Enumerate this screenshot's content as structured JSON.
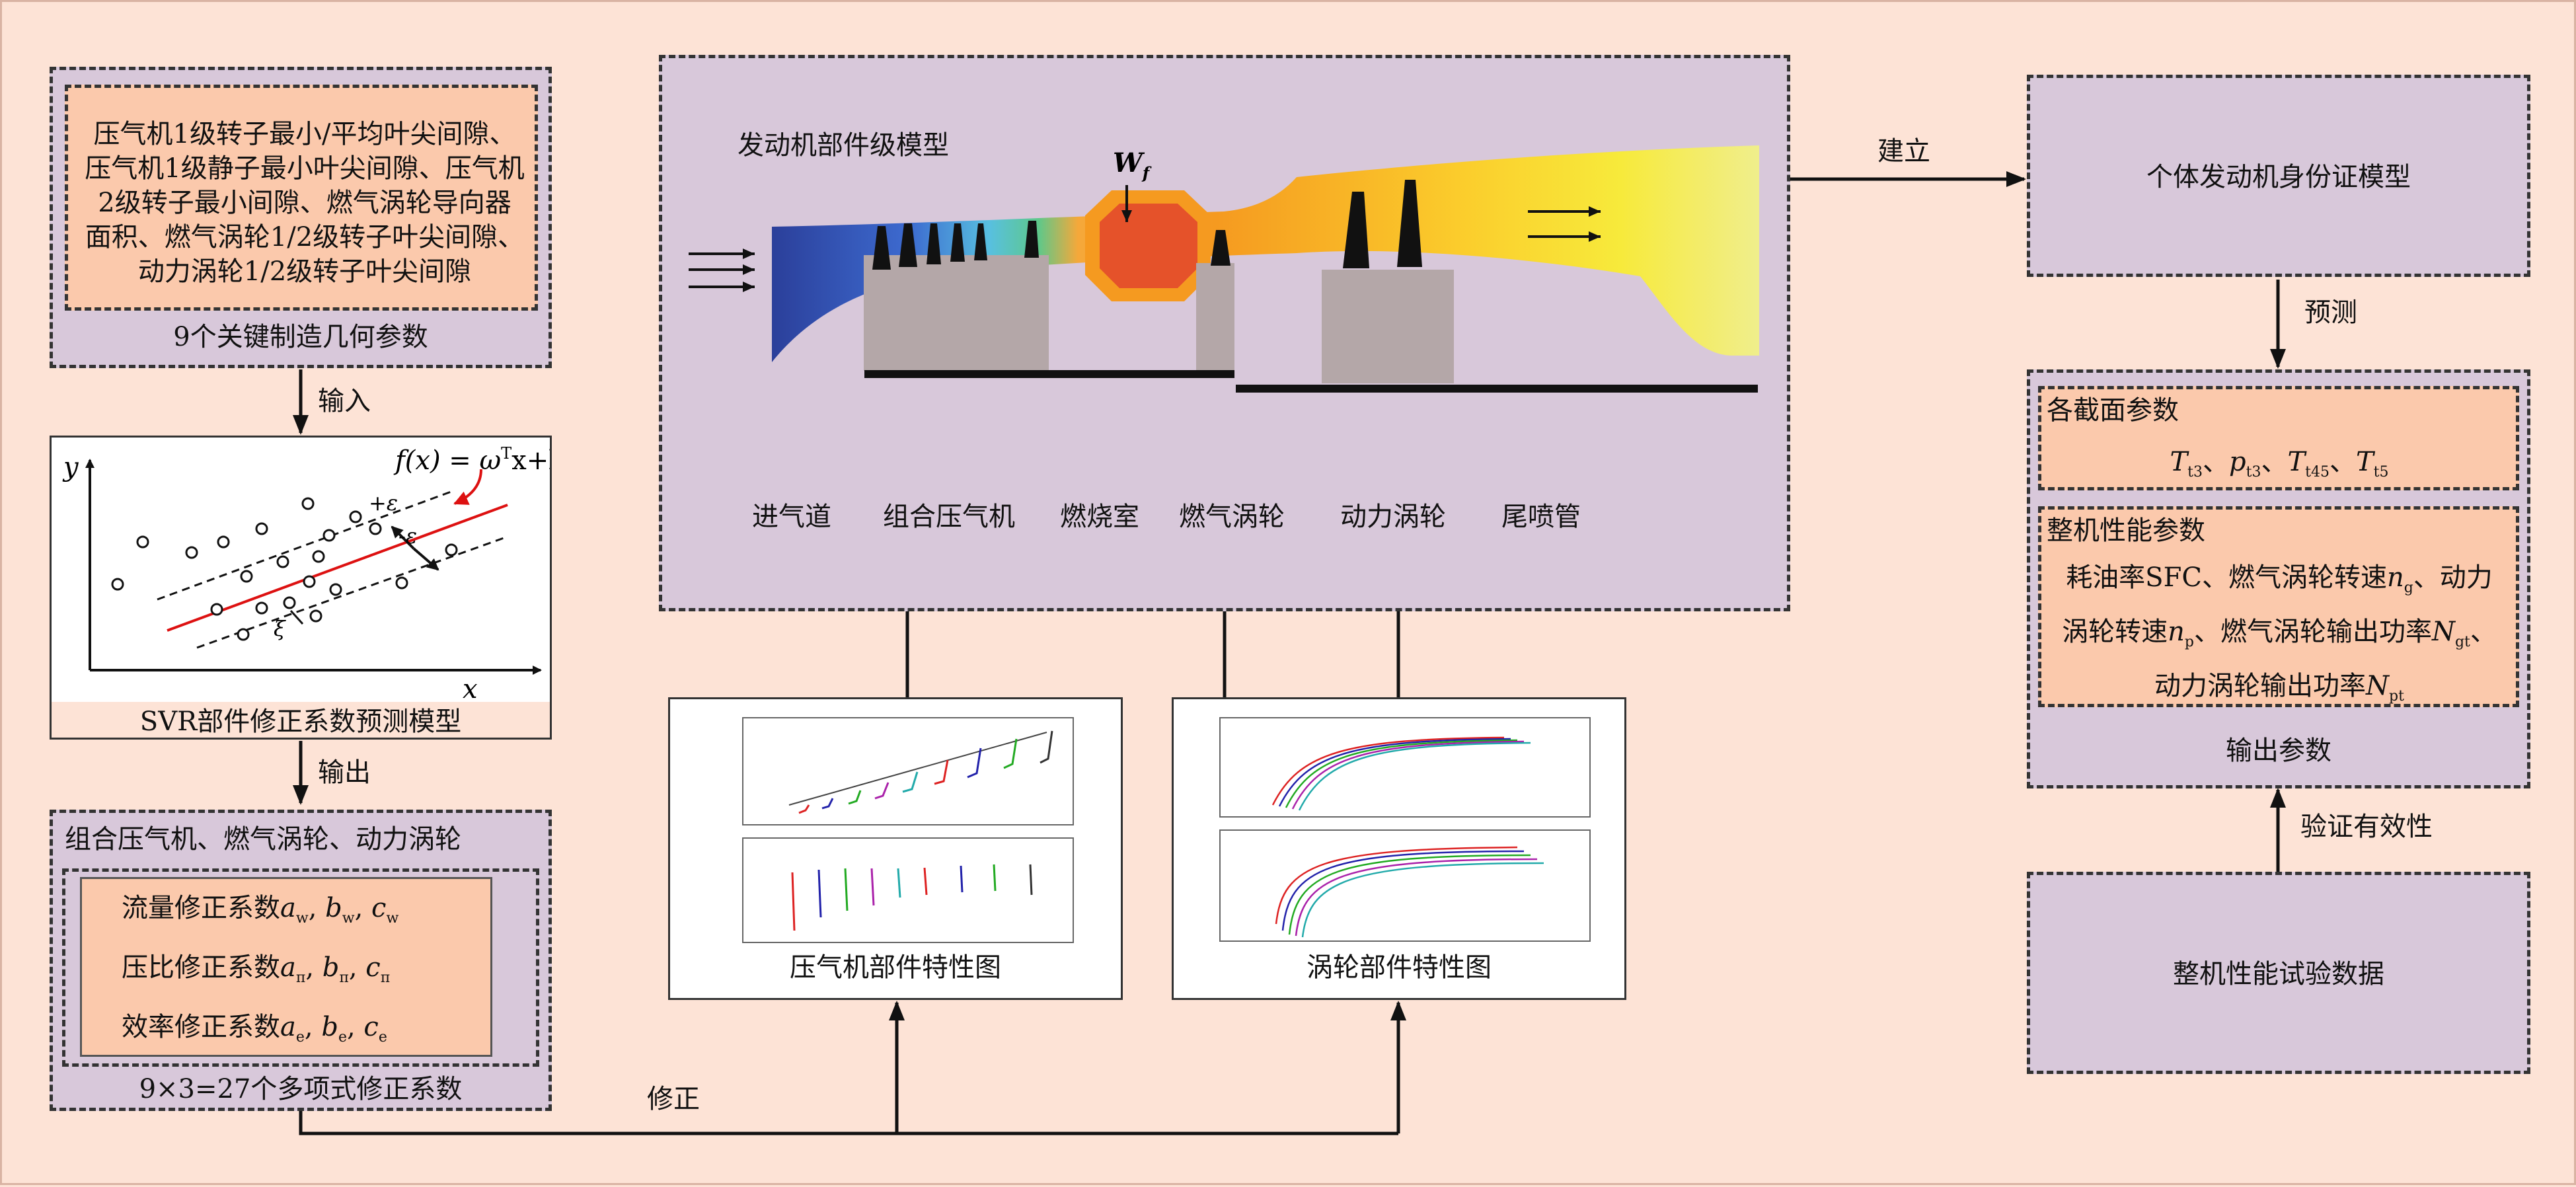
{
  "left": {
    "geom_params_text": [
      "压气机1级转子最小/平均叶尖间隙、",
      "压气机1级静子最小叶尖间隙、压气机",
      "2级转子最小间隙、燃气涡轮导向器",
      "面积、燃气涡轮1/2级转子叶尖间隙、",
      "动力涡轮1/2级转子叶尖间隙"
    ],
    "geom_caption": "9个关键制造几何参数",
    "arrow1_label": "输入",
    "svr_caption": "SVR部件修正系数预测模型",
    "svr_formula": "f(x) = ω",
    "svr_formula_sup": "T",
    "svr_formula_rest": "x+b",
    "svr_y": "y",
    "svr_x": "x",
    "svr_eps_plus": "+ε",
    "svr_eps_minus": "-ε",
    "svr_xi": "ξ",
    "arrow2_label": "输出",
    "coef_title": "组合压气机、燃气涡轮、动力涡轮",
    "coef_rows": [
      {
        "label": "流量修正系数",
        "a": "a",
        "as": "w",
        "b": "b",
        "bs": "w",
        "c": "c",
        "cs": "w"
      },
      {
        "label": "压比修正系数",
        "a": "a",
        "as": "π",
        "b": "b",
        "bs": "π",
        "c": "c",
        "cs": "π"
      },
      {
        "label": "效率修正系数",
        "a": "a",
        "as": "e",
        "b": "b",
        "bs": "e",
        "c": "c",
        "cs": "e"
      }
    ],
    "coef_caption": "9×3=27个多项式修正系数"
  },
  "middle": {
    "engine_title": "发动机部件级模型",
    "fuel_label": "W",
    "fuel_sub": "f",
    "components": [
      "进气道",
      "组合压气机",
      "燃烧室",
      "燃气涡轮",
      "动力涡轮",
      "尾喷管"
    ],
    "compressor_map_caption": "压气机部件特性图",
    "turbine_map_caption": "涡轮部件特性图",
    "correction_label": "修正"
  },
  "right": {
    "build_label": "建立",
    "id_model": "个体发动机身份证模型",
    "predict_label": "预测",
    "section_title": "各截面参数",
    "section_params": [
      {
        "v": "T",
        "s": "t3"
      },
      {
        "v": "p",
        "s": "t3"
      },
      {
        "v": "T",
        "s": "t45"
      },
      {
        "v": "T",
        "s": "t5"
      }
    ],
    "perf_title": "整机性能参数",
    "perf_line1_a": "耗油率SFC、燃气涡轮转速",
    "perf_line1_v": "n",
    "perf_line1_s": "g",
    "perf_line1_b": "、动力",
    "perf_line2_a": "涡轮转速",
    "perf_line2_v": "n",
    "perf_line2_s": "p",
    "perf_line2_b": "、燃气涡轮输出功率",
    "perf_line2_v2": "N",
    "perf_line2_s2": "gt",
    "perf_line2_c": "、",
    "perf_line3_a": "动力涡轮输出功率",
    "perf_line3_v": "N",
    "perf_line3_s": "pt",
    "output_caption": "输出参数",
    "validate_label": "验证有效性",
    "test_data": "整机性能试验数据"
  },
  "colors": {
    "background": "#fde3d6",
    "lavender": "#d8c8da",
    "peach": "#fbc9ac",
    "svr_line": "#dd1111"
  }
}
